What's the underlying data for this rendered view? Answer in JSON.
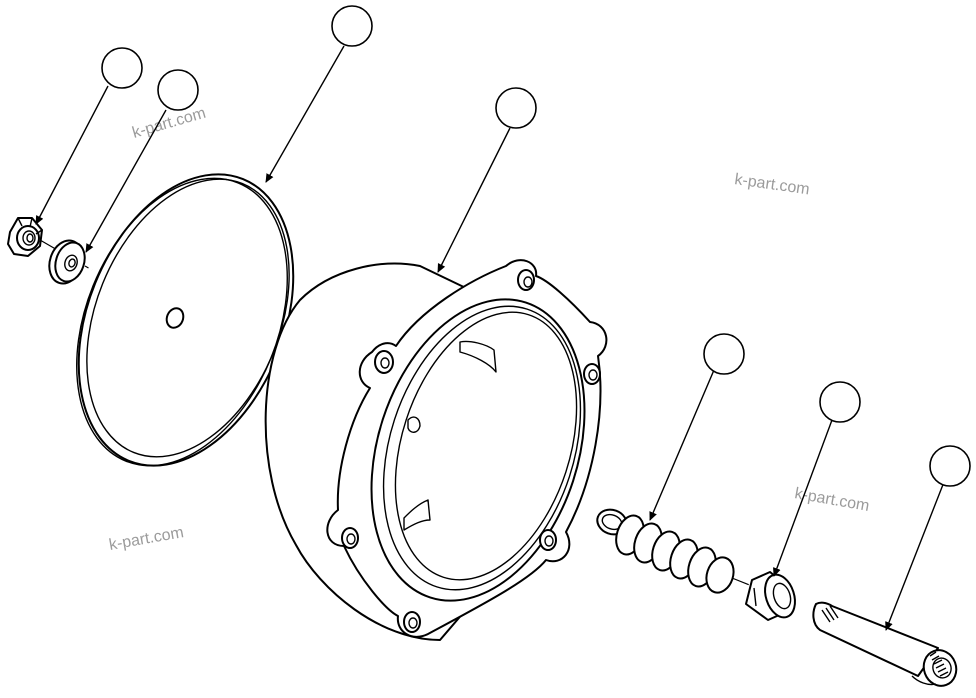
{
  "watermarks": [
    "k-part.com",
    "k-part.com",
    "k-part.com",
    "k-part.com"
  ],
  "callouts": [
    {
      "name": "nut",
      "label": ""
    },
    {
      "name": "washer",
      "label": ""
    },
    {
      "name": "gasket",
      "label": ""
    },
    {
      "name": "housing",
      "label": ""
    },
    {
      "name": "spring",
      "label": ""
    },
    {
      "name": "bushing",
      "label": ""
    },
    {
      "name": "shaft",
      "label": ""
    }
  ],
  "colors": {
    "line": "#000000",
    "background": "#ffffff",
    "watermark": "#7a7a7a"
  }
}
